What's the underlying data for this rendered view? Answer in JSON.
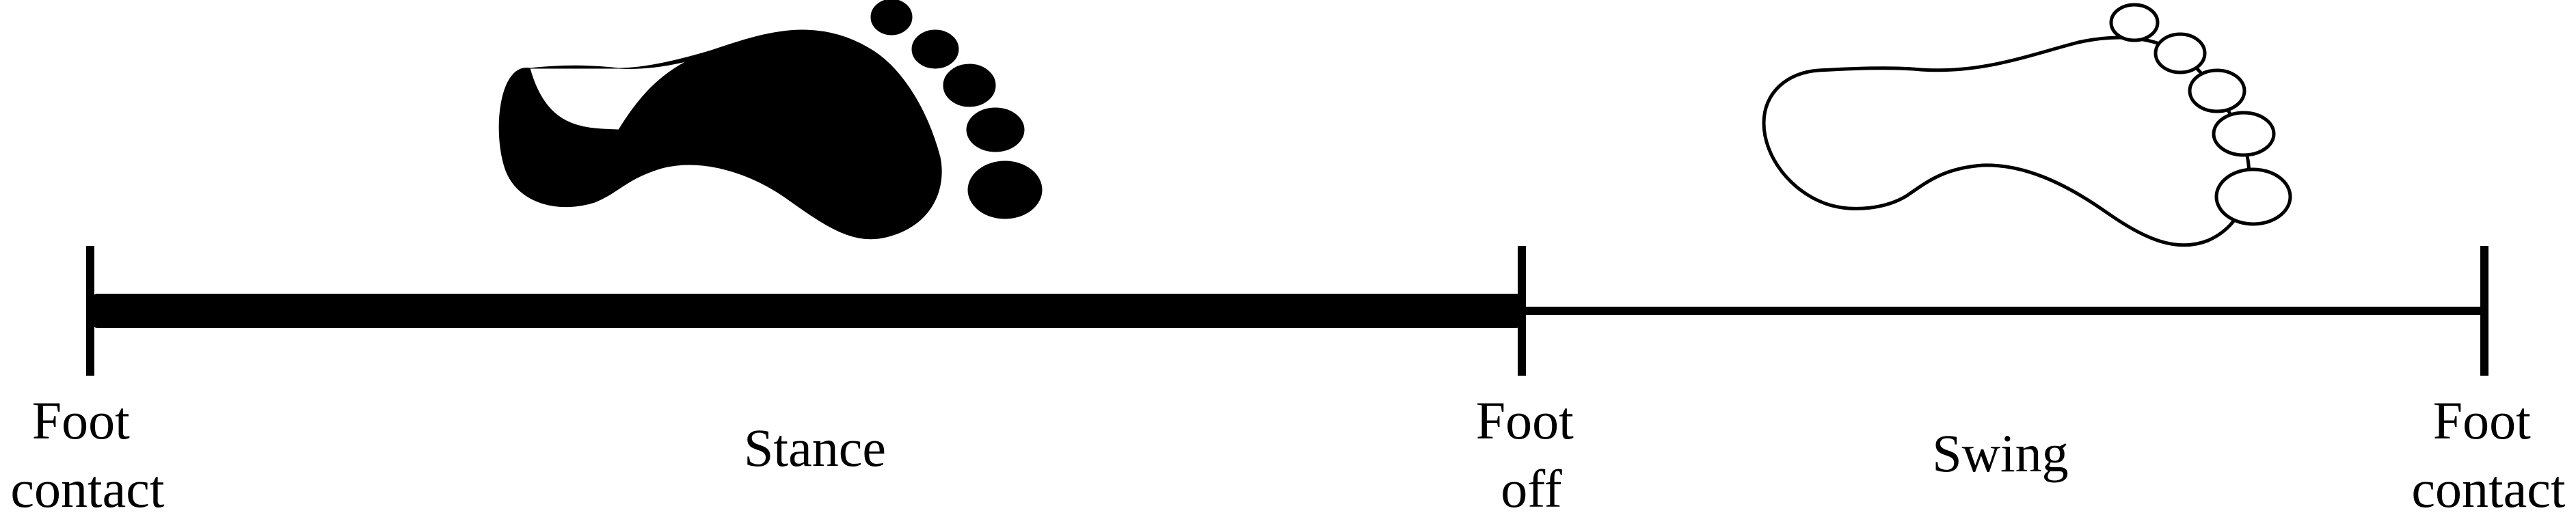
{
  "labels": {
    "foot_contact_start": [
      "Foot",
      "contact"
    ],
    "stance": "Stance",
    "foot_off": [
      "Foot",
      "off"
    ],
    "swing": "Swing",
    "foot_contact_end": [
      "Foot",
      "contact"
    ]
  },
  "phases": {
    "stance": {
      "style": "filled"
    },
    "swing": {
      "style": "outline"
    }
  },
  "colors": {
    "ink": "#000000",
    "background": "#ffffff"
  }
}
